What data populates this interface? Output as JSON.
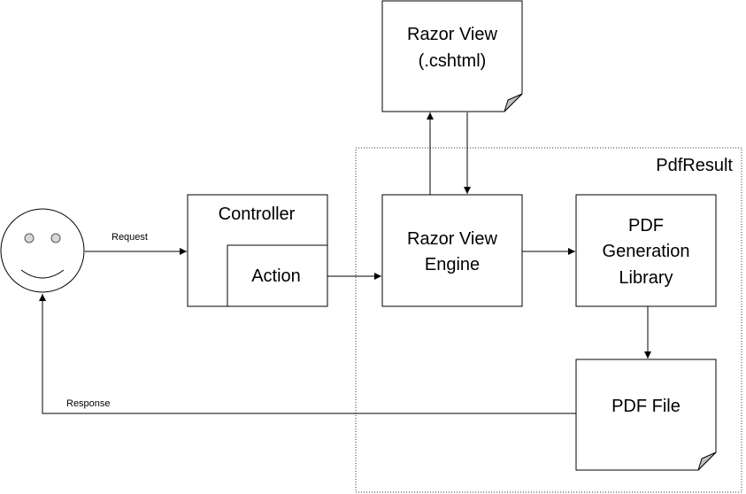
{
  "labels": {
    "view_title_1": "Razor View",
    "view_title_2": "(.cshtml)",
    "group": "PdfResult",
    "controller": "Controller",
    "action": "Action",
    "engine_1": "Razor View",
    "engine_2": "Engine",
    "pdflib_1": "PDF",
    "pdflib_2": "Generation",
    "pdflib_3": "Library",
    "pdf_file": "PDF File",
    "request": "Request",
    "response": "Response"
  }
}
